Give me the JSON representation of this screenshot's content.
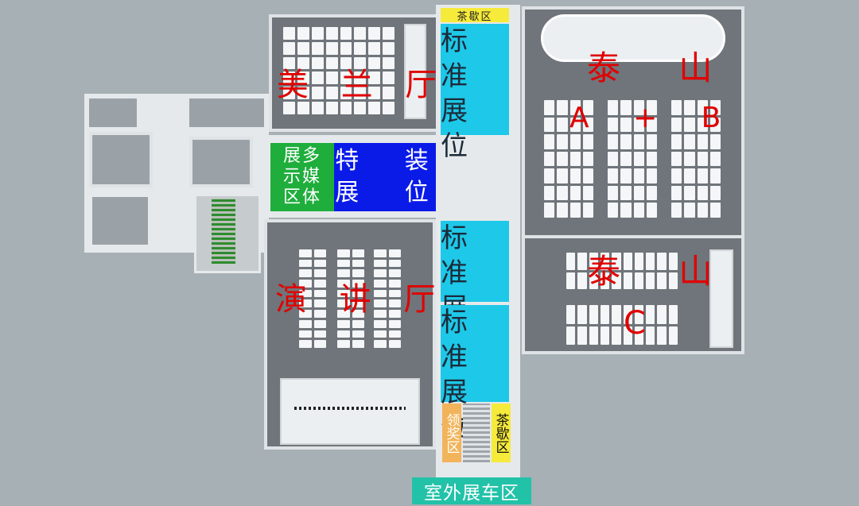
{
  "halls": {
    "meilan": "美 兰 厅",
    "taishan_ab_title": "泰 山",
    "taishan_ab_suffix": "A + B",
    "taishan_c_title": "泰 山",
    "taishan_c_suffix": "C",
    "lecture": "演 讲 厅"
  },
  "zones": {
    "tea_top": "茶歇区",
    "standard_booth": [
      "标 准",
      "展 位"
    ],
    "special_booth": [
      "特 装",
      "展 位"
    ],
    "multimedia": [
      "展多",
      "示媒",
      "区体"
    ],
    "award": "领奖区",
    "tea_bottom": "茶歇区",
    "outdoor": "室外展车区"
  },
  "colors": {
    "hall_label": "#e00000",
    "standard_booth": "#1ec8e8",
    "special_booth": "#0a1be8",
    "multimedia": "#1fae3c",
    "tea": "#f6ea3a",
    "award": "#f2b45a",
    "outdoor": "#22c2a8"
  }
}
